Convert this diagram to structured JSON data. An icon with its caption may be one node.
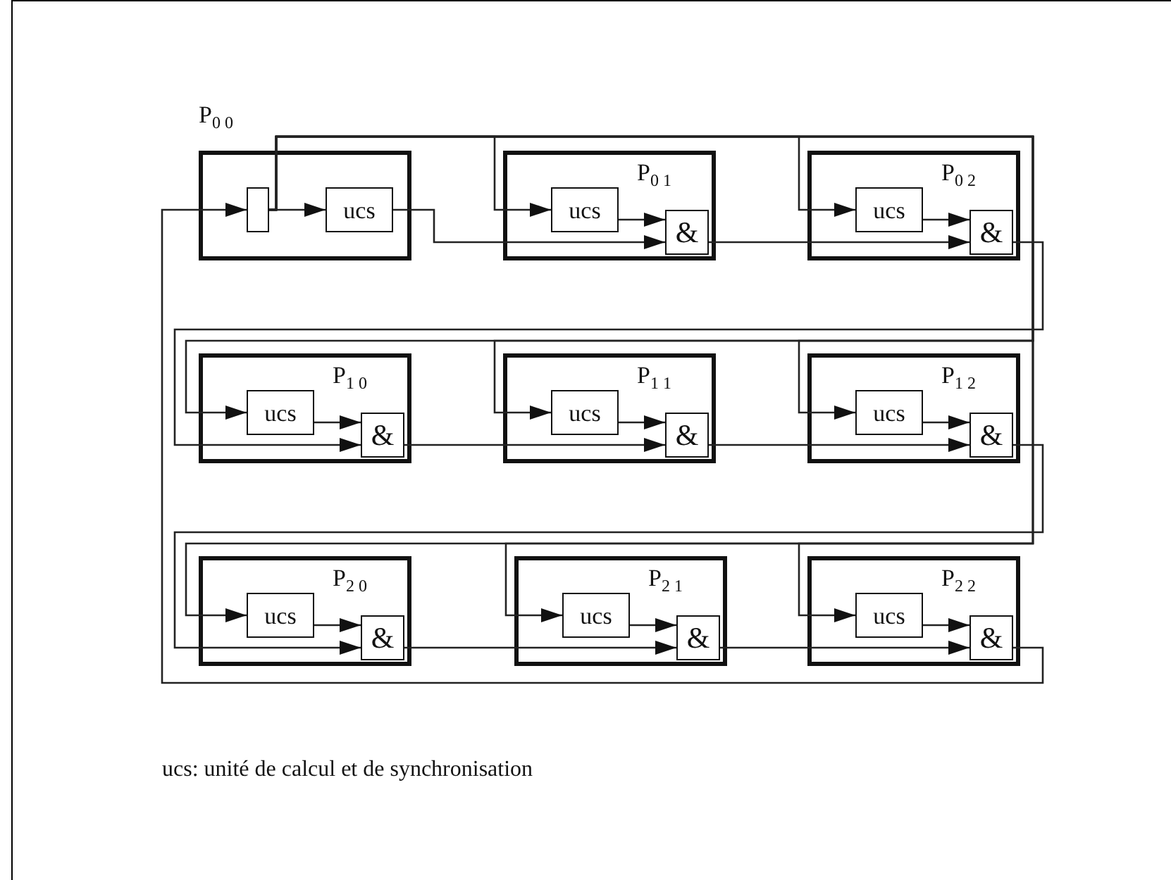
{
  "diagram": {
    "nodes": [
      {
        "text": [
          "P$_{0 0}$"
        ]
      },
      {
        "text": [],
        "shape": "box",
        "in": 0
      },
      {
        "text": [
          "ucs"
        ],
        "in": 0
      },
      {
        "text": [
          "P$_{0 1}$"
        ]
      },
      {
        "text": [
          "ucs"
        ],
        "in": 3
      },
      {
        "text": [
          "&"
        ],
        "in": 3
      },
      {
        "text": [
          "P$_{0 2}$"
        ]
      },
      {
        "text": [
          "ucs"
        ],
        "in": 6
      },
      {
        "text": [
          "&"
        ],
        "in": 6
      },
      {
        "text": [
          "P$_{1 0}$"
        ]
      },
      {
        "text": [
          "ucs"
        ],
        "in": 9
      },
      {
        "text": [
          "&"
        ],
        "in": 9
      },
      {
        "text": [
          "P$_{1 1}$"
        ]
      },
      {
        "text": [
          "ucs"
        ],
        "in": 12
      },
      {
        "text": [
          "&"
        ],
        "in": 12
      },
      {
        "text": [
          "P$_{1 2}$"
        ]
      },
      {
        "text": [
          "ucs"
        ],
        "in": 15
      },
      {
        "text": [
          "&"
        ],
        "in": 15
      },
      {
        "text": [
          "P$_{2 0}$"
        ]
      },
      {
        "text": [
          "ucs"
        ],
        "in": 18
      },
      {
        "text": [
          "&"
        ],
        "in": 18
      },
      {
        "text": [
          "P$_{2 1}$"
        ]
      },
      {
        "text": [
          "ucs"
        ],
        "in": 21
      },
      {
        "text": [
          "&"
        ],
        "in": 21
      },
      {
        "text": [
          "P$_{2 2}$"
        ]
      },
      {
        "text": [
          "ucs"
        ],
        "in": 24
      },
      {
        "text": [
          "&"
        ],
        "in": 24
      }
    ],
    "edges": [
      {
        "from": 26,
        "to": 1,
        "arrow": "to"
      },
      {
        "from": 1,
        "to": 2,
        "arrow": "to"
      },
      {
        "from": 2,
        "to": 5,
        "arrow": "to"
      },
      {
        "from": 4,
        "to": 5,
        "arrow": "to"
      },
      {
        "from": 5,
        "to": 8,
        "arrow": "to"
      },
      {
        "from": 7,
        "to": 8,
        "arrow": "to"
      },
      {
        "from": 8,
        "to": 11,
        "arrow": "to"
      },
      {
        "from": 10,
        "to": 11,
        "arrow": "to"
      },
      {
        "from": 11,
        "to": 14,
        "arrow": "to"
      },
      {
        "from": 13,
        "to": 14,
        "arrow": "to"
      },
      {
        "from": 14,
        "to": 17,
        "arrow": "to"
      },
      {
        "from": 16,
        "to": 17,
        "arrow": "to"
      },
      {
        "from": 17,
        "to": 20,
        "arrow": "to"
      },
      {
        "from": 19,
        "to": 20,
        "arrow": "to"
      },
      {
        "from": 20,
        "to": 23,
        "arrow": "to"
      },
      {
        "from": 22,
        "to": 23,
        "arrow": "to"
      },
      {
        "from": 23,
        "to": 26,
        "arrow": "to"
      },
      {
        "from": 25,
        "to": 26,
        "arrow": "to"
      },
      {
        "from": 1,
        "to": 4,
        "arrow": "to"
      },
      {
        "from": 1,
        "to": 7,
        "arrow": "to"
      },
      {
        "from": 1,
        "to": 10,
        "arrow": "to"
      },
      {
        "from": 1,
        "to": 13,
        "arrow": "to"
      },
      {
        "from": 1,
        "to": 16,
        "arrow": "to"
      },
      {
        "from": 1,
        "to": 19,
        "arrow": "to"
      },
      {
        "from": 1,
        "to": 22,
        "arrow": "to"
      },
      {
        "from": 1,
        "to": 25,
        "arrow": "to"
      }
    ],
    "labels": [
      "ucs: unité de calcul et de synchronisation"
    ]
  }
}
